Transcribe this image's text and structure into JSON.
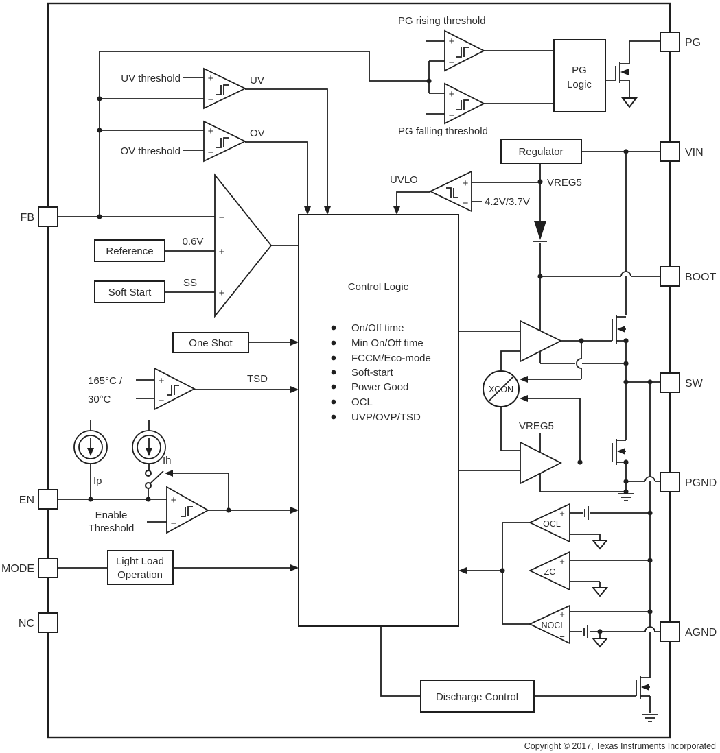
{
  "colors": {
    "line": "#1f1f1f",
    "background": "#ffffff"
  },
  "pins": {
    "left": [
      "FB",
      "EN",
      "MODE",
      "NC"
    ],
    "right": [
      "PG",
      "VIN",
      "BOOT",
      "SW",
      "PGND",
      "AGND"
    ]
  },
  "labels": {
    "uv_threshold": "UV threshold",
    "ov_threshold": "OV threshold",
    "uv": "UV",
    "ov": "OV",
    "pg_rising": "PG rising threshold",
    "pg_falling": "PG falling threshold",
    "pg_logic_1": "PG",
    "pg_logic_2": "Logic",
    "regulator": "Regulator",
    "vreg5": "VREG5",
    "uvlo": "UVLO",
    "uvlo_ref": "4.2V/3.7V",
    "reference": "Reference",
    "vref": "0.6V",
    "soft_start": "Soft Start",
    "ss": "SS",
    "one_shot": "One Shot",
    "tsd": "TSD",
    "tsd_ref_1": "165°C /",
    "tsd_ref_2": "30°C",
    "ip": "Ip",
    "ih": "Ih",
    "enable_1": "Enable",
    "enable_2": "Threshold",
    "light_load_1": "Light Load",
    "light_load_2": "Operation",
    "xcon": "XCON",
    "ocl": "OCL",
    "zc": "ZC",
    "nocl": "NOCL",
    "discharge": "Discharge Control",
    "plus": "+",
    "minus": "−"
  },
  "control_logic": {
    "title": "Control Logic",
    "items": [
      "On/Off time",
      "Min On/Off time",
      "FCCM/Eco-mode",
      "Soft-start",
      "Power Good",
      "OCL",
      "UVP/OVP/TSD"
    ]
  },
  "footer": {
    "copyright": "Copyright © 2017, Texas Instruments Incorporated"
  }
}
